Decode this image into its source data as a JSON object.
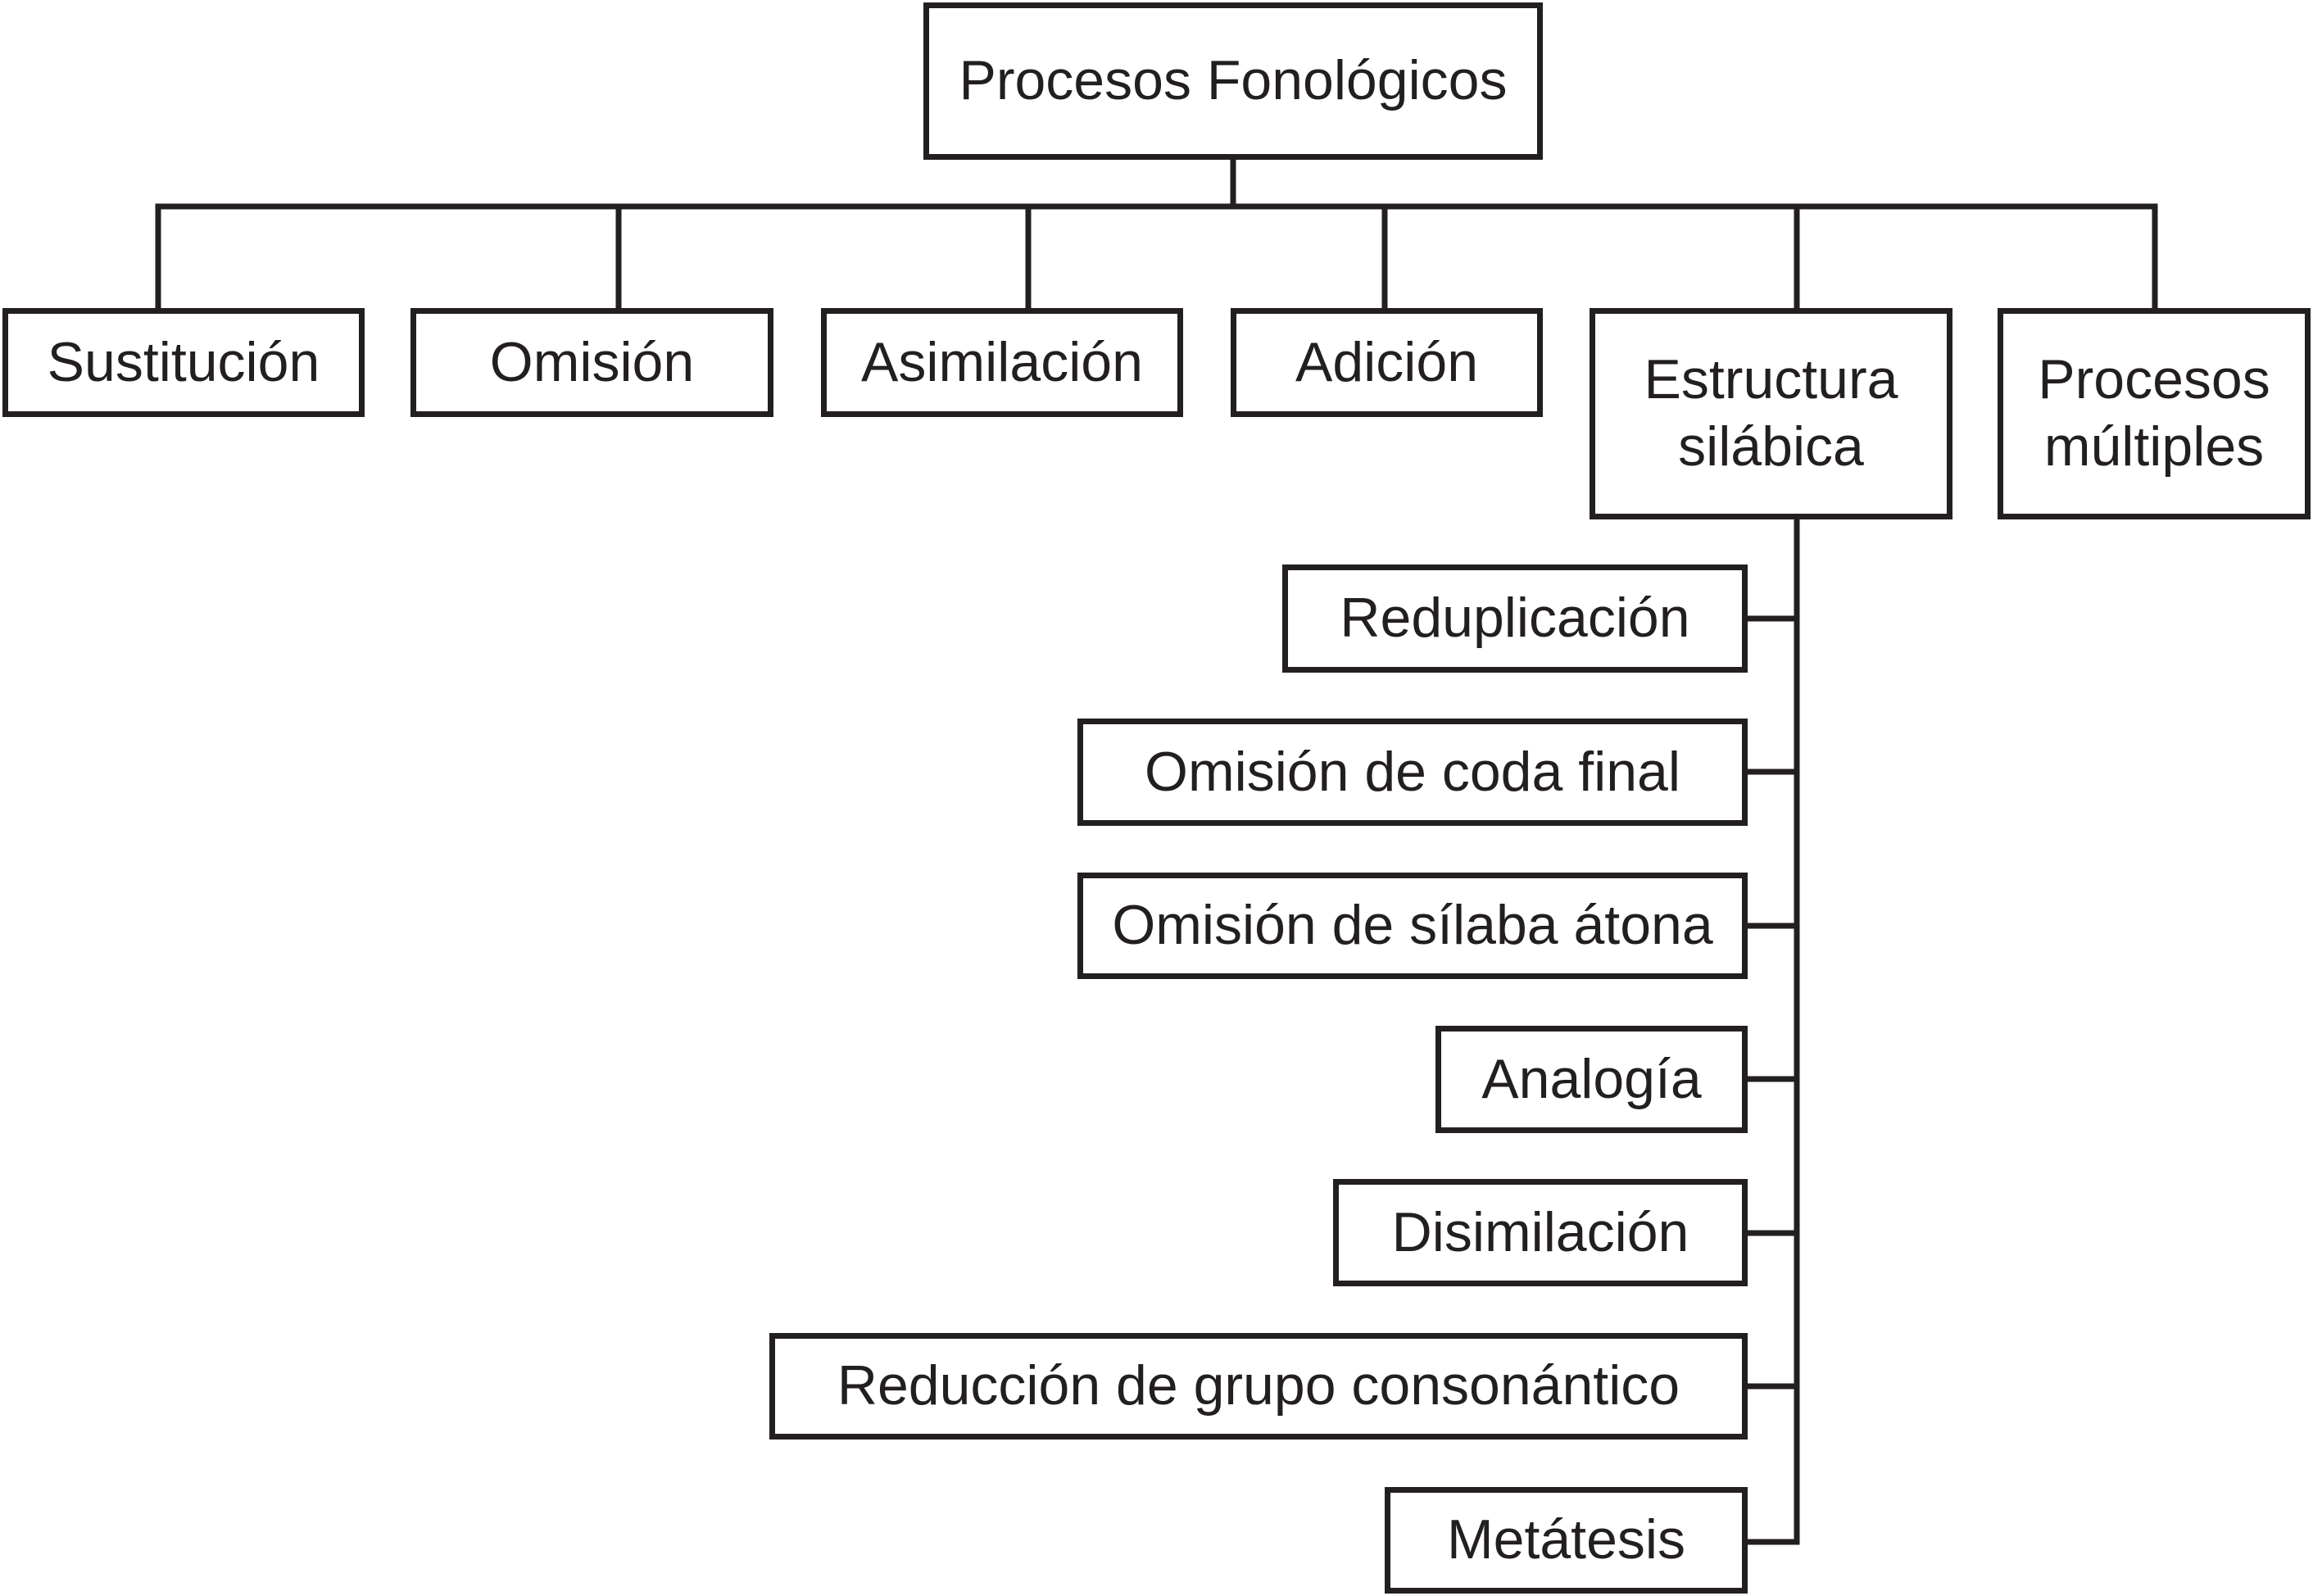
{
  "root": {
    "label": "Procesos Fonológicos"
  },
  "categories": [
    {
      "label": "Sustitución"
    },
    {
      "label": "Omisión"
    },
    {
      "label": "Asimilación"
    },
    {
      "label": "Adición"
    },
    {
      "label": "Estructura\nsilábica"
    },
    {
      "label": "Procesos\nmúltiples"
    }
  ],
  "syllable_structure_items": [
    {
      "label": "Reduplicación"
    },
    {
      "label": "Omisión de coda final"
    },
    {
      "label": "Omisión de sílaba átona"
    },
    {
      "label": "Analogía"
    },
    {
      "label": "Disimilación"
    },
    {
      "label": "Reducción de grupo consonántico"
    },
    {
      "label": "Metátesis"
    }
  ]
}
